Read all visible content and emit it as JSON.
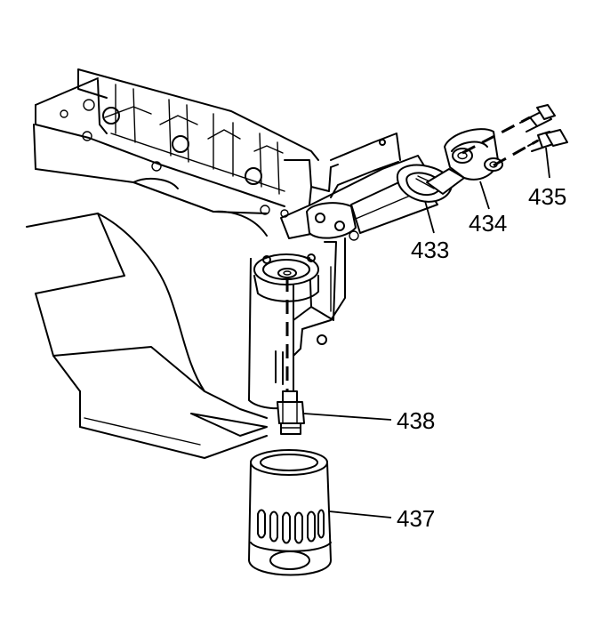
{
  "diagram": {
    "parts": [
      {
        "id": "433",
        "label": "433",
        "name": "gasket"
      },
      {
        "id": "434",
        "label": "434",
        "name": "oil-filter-adapter"
      },
      {
        "id": "435",
        "label": "435",
        "name": "bolts"
      },
      {
        "id": "438",
        "label": "438",
        "name": "fitting"
      },
      {
        "id": "437",
        "label": "437",
        "name": "oil-filter"
      }
    ],
    "colors": {
      "ink": "#000000",
      "paper": "#ffffff"
    }
  }
}
